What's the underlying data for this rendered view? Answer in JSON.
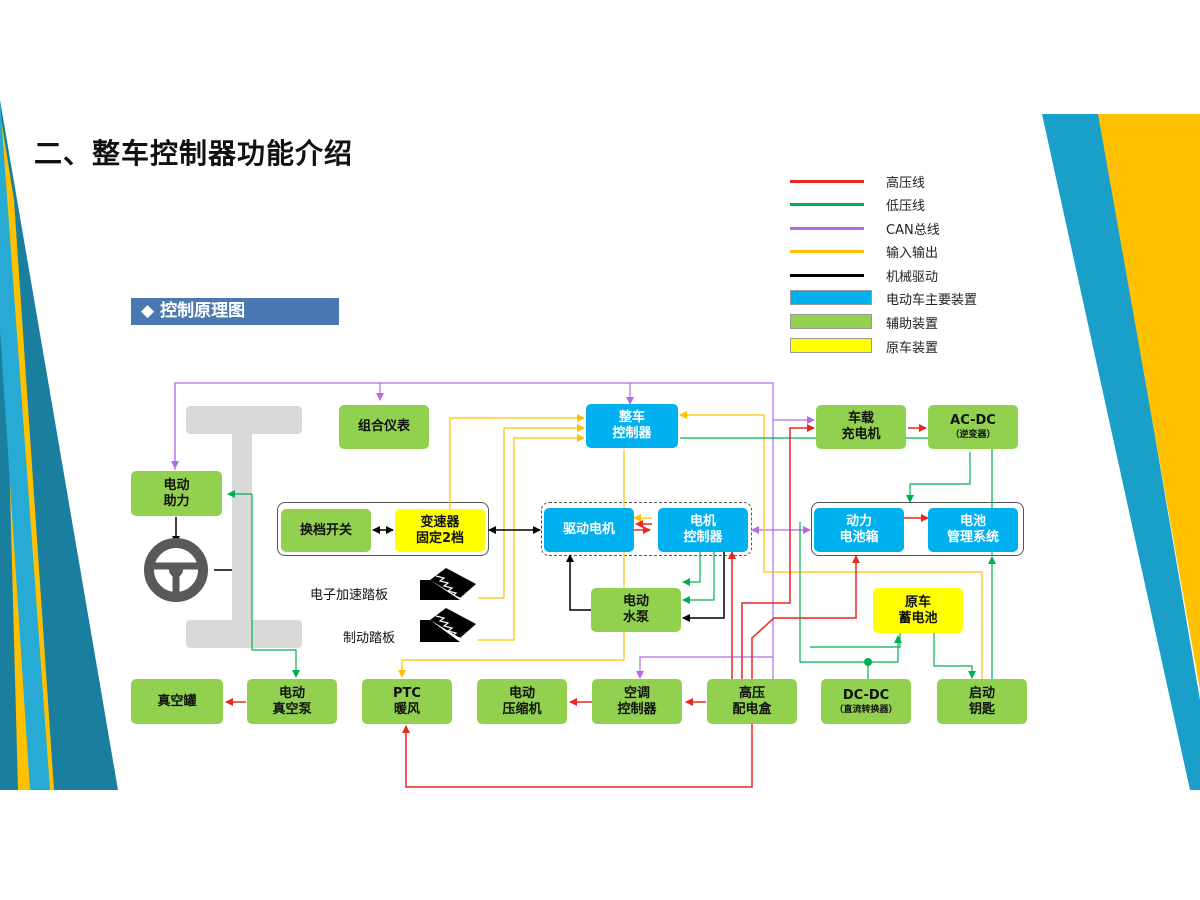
{
  "title": "二、整车控制器功能介绍",
  "section_label": "控制原理图",
  "colors": {
    "high_voltage": "#e8281e",
    "low_voltage": "#00b050",
    "can": "#b36ae2",
    "io": "#ffc000",
    "mech": "#000000",
    "main_device": "#00b0ef",
    "aux_device": "#92d050",
    "orig_device": "#ffff00",
    "decor_teal": "#1a9fc9",
    "decor_yellow": "#ffc000"
  },
  "legend": [
    {
      "label": "高压线",
      "type": "line",
      "color": "#e8281e"
    },
    {
      "label": "低压线",
      "type": "line",
      "color": "#00b050"
    },
    {
      "label": "CAN总线",
      "type": "line",
      "color": "#b36ae2"
    },
    {
      "label": "输入输出",
      "type": "line",
      "color": "#ffc000"
    },
    {
      "label": "机械驱动",
      "type": "line",
      "color": "#000000"
    },
    {
      "label": "电动车主要装置",
      "type": "box",
      "color": "#00b0ef"
    },
    {
      "label": "辅助装置",
      "type": "box",
      "color": "#92d050"
    },
    {
      "label": "原车装置",
      "type": "box",
      "color": "#ffff00"
    }
  ],
  "nodes": {
    "vcu": {
      "l1": "整车",
      "l2": "控制器"
    },
    "cluster": {
      "l1": "组合仪表"
    },
    "charger": {
      "l1": "车载",
      "l2": "充电机"
    },
    "acdc": {
      "l1": "AC-DC",
      "sub": "（逆变器）"
    },
    "eps": {
      "l1": "电动",
      "l2": "助力"
    },
    "shift": {
      "l1": "换档开关"
    },
    "gearbox": {
      "l1": "变速器",
      "l2": "固定2档"
    },
    "motor": {
      "l1": "驱动电机"
    },
    "mcu": {
      "l1": "电机",
      "l2": "控制器"
    },
    "battery": {
      "l1": "动力",
      "l2": "电池箱"
    },
    "bms": {
      "l1": "电池",
      "l2": "管理系统"
    },
    "pump": {
      "l1": "电动",
      "l2": "水泵"
    },
    "aux_battery": {
      "l1": "原车",
      "l2": "蓄电池"
    },
    "vacuum_tank": {
      "l1": "真空罐"
    },
    "vacuum_pump": {
      "l1": "电动",
      "l2": "真空泵"
    },
    "ptc": {
      "l1": "PTC",
      "l2": "暖风"
    },
    "compressor": {
      "l1": "电动",
      "l2": "压缩机"
    },
    "ac_ctrl": {
      "l1": "空调",
      "l2": "控制器"
    },
    "hv_box": {
      "l1": "高压",
      "l2": "配电盒"
    },
    "dcdc": {
      "l1": "DC-DC",
      "sub": "（直流转换器）"
    },
    "key": {
      "l1": "启动",
      "l2": "钥匙"
    }
  },
  "labels": {
    "accel": "电子加速踏板",
    "brake": "制动踏板"
  }
}
